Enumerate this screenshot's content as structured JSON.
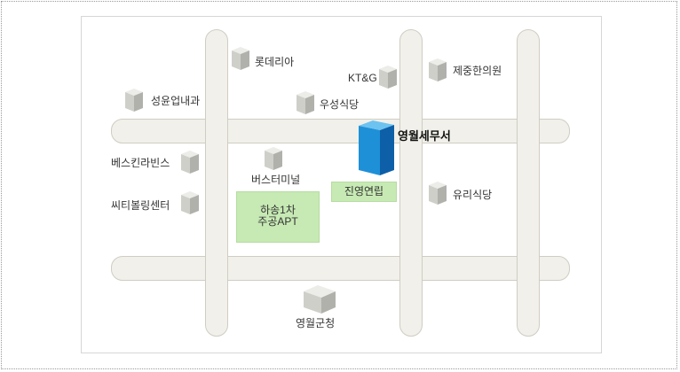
{
  "map": {
    "office": {
      "label": "영월세무서",
      "color": "#1677c8"
    },
    "landmarks": [
      {
        "id": "lotte",
        "label": "롯데리아",
        "icon": "building-icon"
      },
      {
        "id": "ktg",
        "label": "KT&G",
        "icon": "building-icon"
      },
      {
        "id": "jejung",
        "label": "제중한의원",
        "icon": "building-icon"
      },
      {
        "id": "seongyun",
        "label": "성윤업내과",
        "icon": "building-icon"
      },
      {
        "id": "useong",
        "label": "우성식당",
        "icon": "building-icon"
      },
      {
        "id": "beskin",
        "label": "베스킨라빈스",
        "icon": "building-icon"
      },
      {
        "id": "busterminal",
        "label": "버스터미널",
        "icon": "building-icon"
      },
      {
        "id": "citybilling",
        "label": "씨티볼링센터",
        "icon": "building-icon"
      },
      {
        "id": "yuri",
        "label": "유리식당",
        "icon": "building-icon"
      },
      {
        "id": "county",
        "label": "영월군청",
        "icon": "building-icon"
      }
    ],
    "areas": {
      "hasong_line1": "하송1차",
      "hasong_line2": "주공APT",
      "jinyoung": "진영연립"
    }
  }
}
